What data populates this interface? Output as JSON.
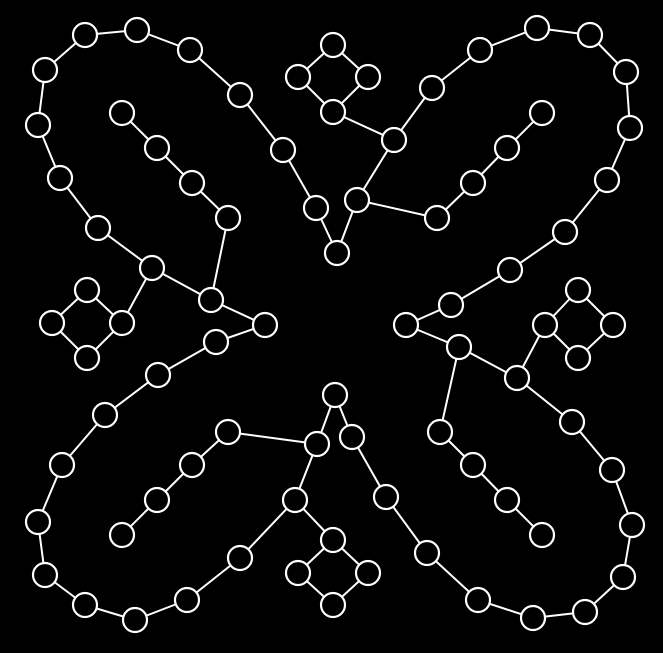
{
  "diagram": {
    "type": "graph",
    "background_color": "#000000",
    "node_fill_color": "#000000",
    "line_color": "#ffffff",
    "node_count": 80,
    "edge_count": 83,
    "node_shape": "circle",
    "labels": []
  }
}
